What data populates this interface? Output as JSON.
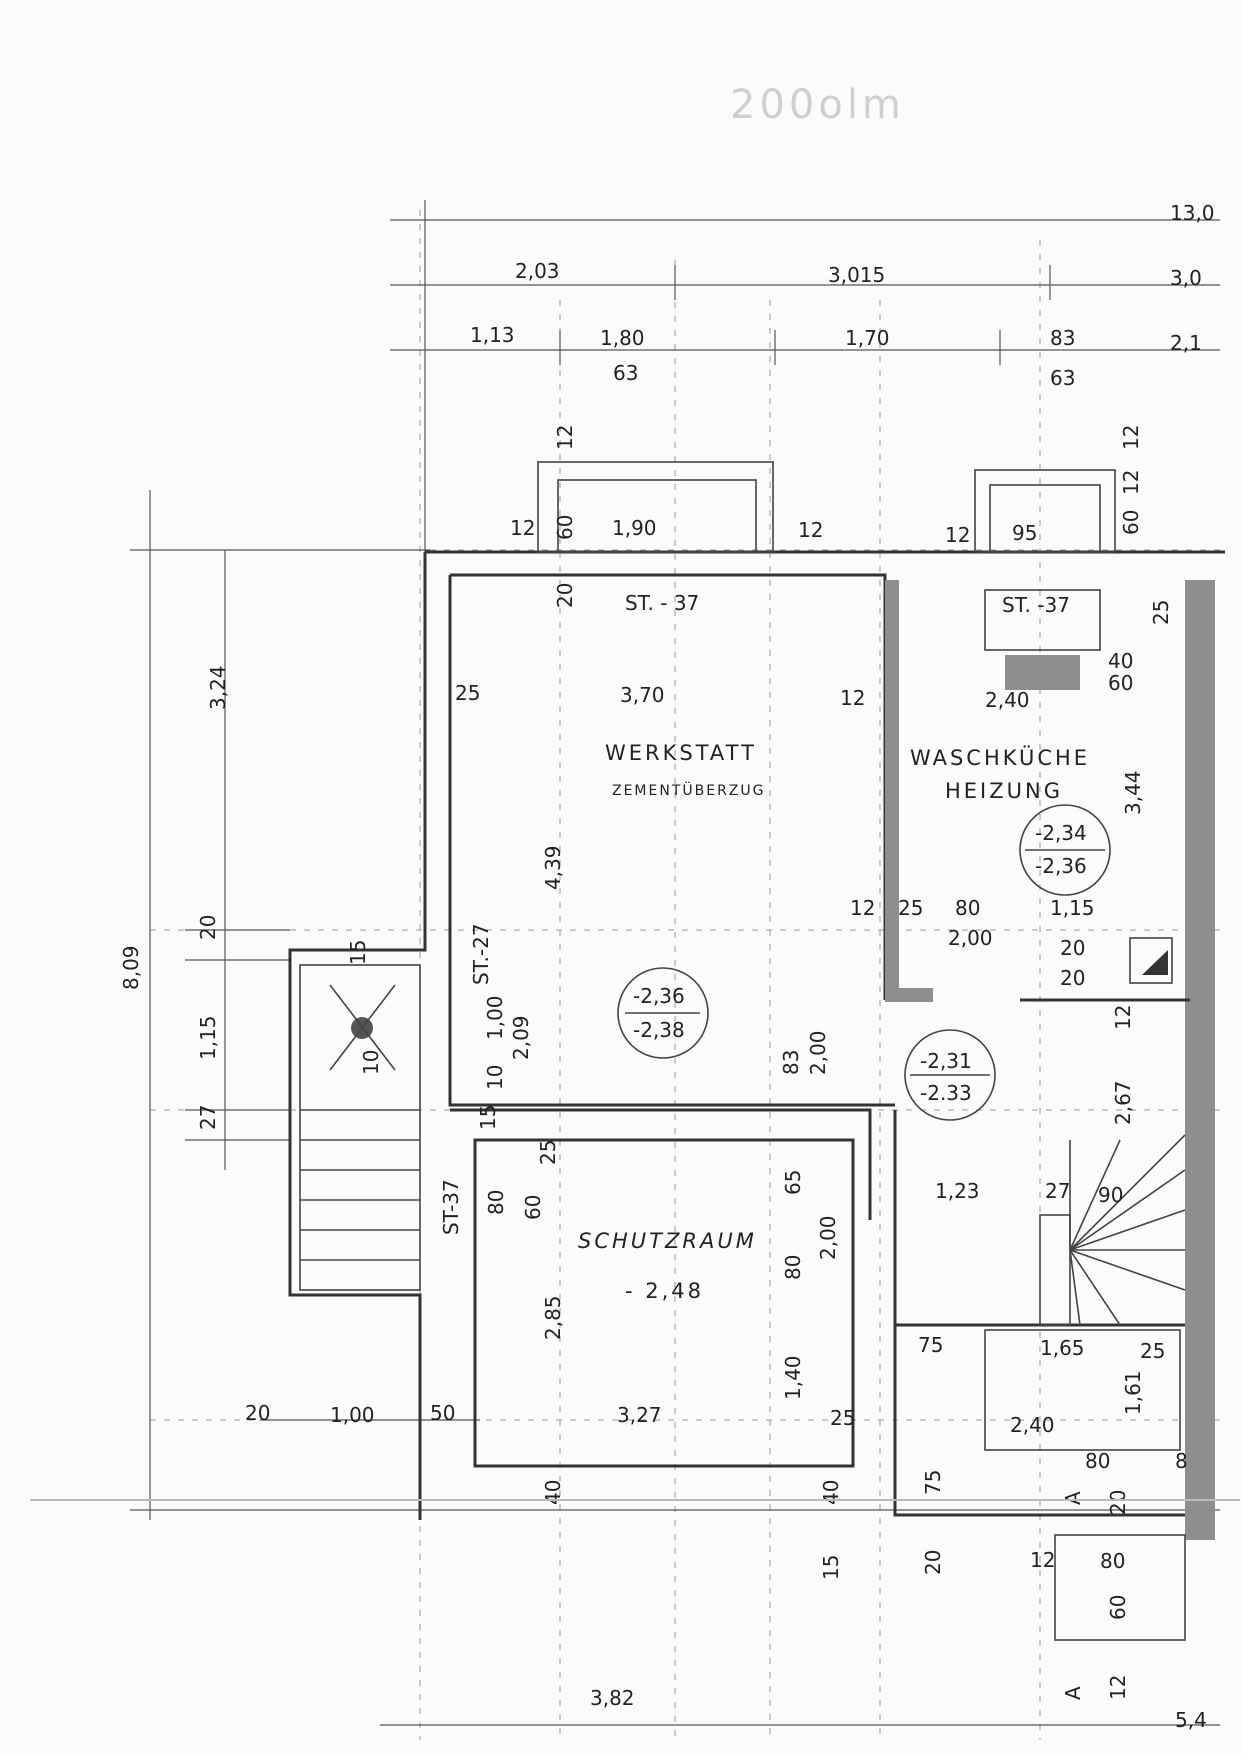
{
  "pencil_note": "200olm",
  "rooms": {
    "werkstatt": {
      "name": "WERKSTATT",
      "floor": "ZEMENTÜBERZUG",
      "level_top": "-2,36",
      "level_bottom": "-2,38"
    },
    "waschkueche": {
      "name": "WASCHKÜCHE",
      "sub": "HEIZUNG",
      "level_top": "-2,34",
      "level_bottom": "-2,36"
    },
    "schutzraum": {
      "name": "SCHUTZRAUM",
      "level": "- 2,48"
    },
    "flur": {
      "level_top": "-2,31",
      "level_bottom": "-2.33"
    }
  },
  "tags": {
    "st37_top": "ST. - 37",
    "st37_wasch": "ST. -37",
    "st27": "ST.-27",
    "st37_left": "ST-37"
  },
  "dims": {
    "top_total": "13,0",
    "top_203": "2,03",
    "top_3015": "3,015",
    "top_30": "3,0",
    "top_113": "1,13",
    "top_180": "1,80",
    "top_170": "1,70",
    "top_83": "83",
    "top_21": "2,1",
    "top_63a": "63",
    "top_63b": "63",
    "w_12a": "12",
    "w_60a": "60",
    "w_12b": "12",
    "w_190": "1,90",
    "w_12c": "12",
    "w_12d": "12",
    "w_95": "95",
    "w_12e": "12",
    "w_60b": "60",
    "w_12f": "12",
    "w_20": "20",
    "w_25a": "25",
    "d_324": "3,24",
    "d_25": "25",
    "d_370": "3,70",
    "d_12a": "12",
    "d_240a": "2,40",
    "d_40": "40",
    "d_60": "60",
    "d_344": "3,44",
    "d_439": "4,39",
    "d_809": "8,09",
    "d_20b": "20",
    "d_115": "1,15",
    "d_27": "27",
    "d_15a": "15",
    "d_10a": "10",
    "d_100": "1,00",
    "d_209": "2,09",
    "d_10b": "10",
    "d_12b": "12",
    "d_25b": "25",
    "d_80a": "80",
    "d_115b": "1,15",
    "d_200a": "2,00",
    "d_20c": "20",
    "d_20d": "20",
    "d_12c": "12",
    "d_83": "83",
    "d_200b": "2,00",
    "d_267": "2,67",
    "d_15b": "15",
    "d_25c": "25",
    "d_80b": "80",
    "d_60c": "60",
    "d_65": "65",
    "d_123": "1,23",
    "d_27b": "27",
    "d_90": "90",
    "d_80c": "80",
    "d_200c": "2,00",
    "d_285": "2,85",
    "d_75a": "75",
    "d_165": "1,65",
    "d_25d": "25",
    "d_140": "1,40",
    "d_161": "1,61",
    "d_20e": "20",
    "d_100b": "1,00",
    "d_50": "50",
    "d_327": "3,27",
    "d_25e": "25",
    "d_240b": "2,40",
    "d_80d": "80",
    "d_8": "8",
    "d_40b": "40",
    "d_40c": "40",
    "d_75b": "75",
    "d_20f": "20",
    "d_15c": "15",
    "d_20g": "20",
    "d_12d": "12",
    "d_80e": "80",
    "d_60d": "60",
    "d_12e": "12",
    "d_382": "3,82",
    "d_54": "5,4",
    "a_top": "A",
    "a_bottom": "A"
  }
}
